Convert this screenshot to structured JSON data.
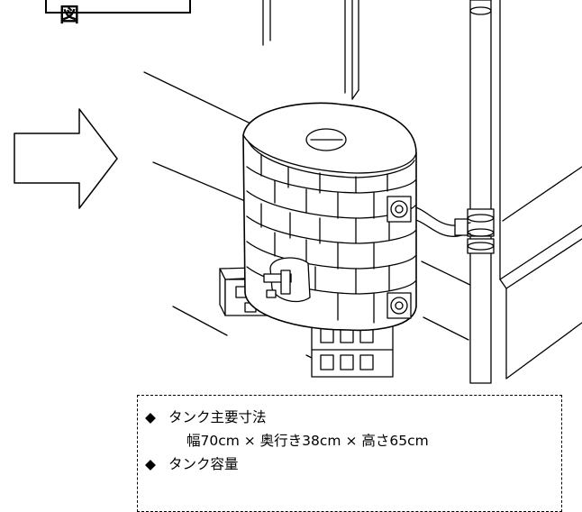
{
  "title": "完 成 図",
  "specs": [
    {
      "bullet": "◆",
      "label": "タンク主要寸法"
    },
    {
      "detail": "幅70cm × 奥行き38cm × 高さ65cm"
    },
    {
      "bullet": "◆",
      "label": "タンク容量"
    }
  ]
}
